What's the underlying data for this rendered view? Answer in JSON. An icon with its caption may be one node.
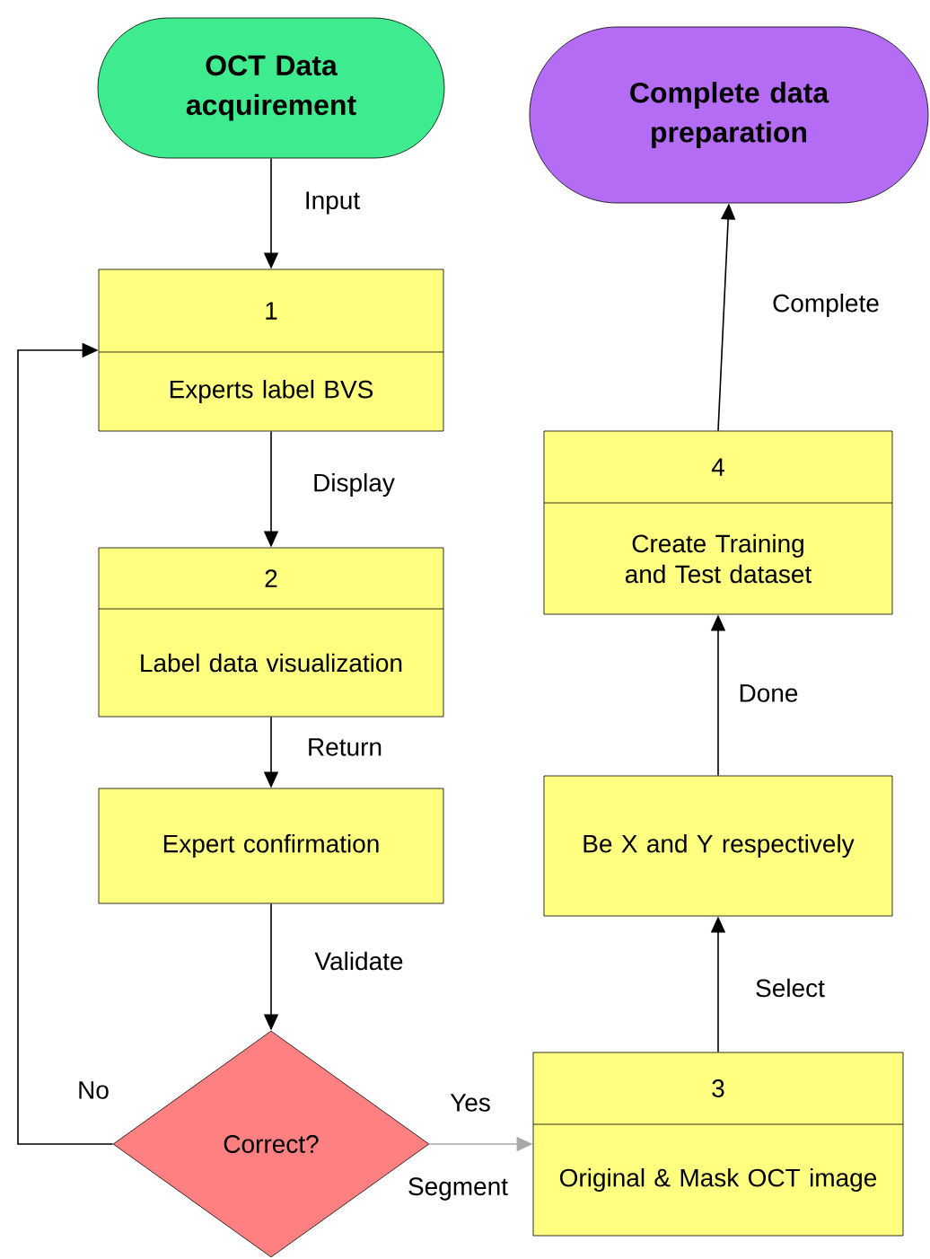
{
  "diagram": {
    "nodes": [
      {
        "text": [
          "OCT Data acquirement"
        ]
      },
      {
        "text": [
          "1",
          "Experts label BVS"
        ]
      },
      {
        "text": [
          "2",
          "Label data visualization"
        ]
      },
      {
        "text": [
          "Expert confirmation"
        ]
      },
      {
        "text": [
          "Correct?"
        ]
      },
      {
        "text": [
          "3",
          "Original & Mask OCT image"
        ]
      },
      {
        "text": [
          "Be X and Y respectively"
        ]
      },
      {
        "text": [
          "4",
          "Create Training and Test dataset"
        ]
      },
      {
        "text": [
          "Complete data preparation"
        ]
      }
    ],
    "edges": [
      {
        "from": 0,
        "to": 1,
        "arrow": "to",
        "label": "Input"
      },
      {
        "from": 1,
        "to": 2,
        "arrow": "to",
        "label": "Display"
      },
      {
        "from": 2,
        "to": 3,
        "arrow": "to",
        "label": "Return"
      },
      {
        "from": 3,
        "to": 4,
        "arrow": "to",
        "label": "Validate"
      },
      {
        "from": 4,
        "to": 1,
        "arrow": "to",
        "label": "No"
      },
      {
        "from": 4,
        "to": 5,
        "arrow": "to",
        "label": "Yes",
        "color": "#a8a8a8"
      },
      {
        "from": 5,
        "to": 6,
        "arrow": "to",
        "label": "Select"
      },
      {
        "from": 6,
        "to": 7,
        "arrow": "to",
        "label": "Done"
      },
      {
        "from": 7,
        "to": 8,
        "arrow": "to",
        "label": "Complete"
      }
    ],
    "labels": [
      "Segment"
    ]
  }
}
